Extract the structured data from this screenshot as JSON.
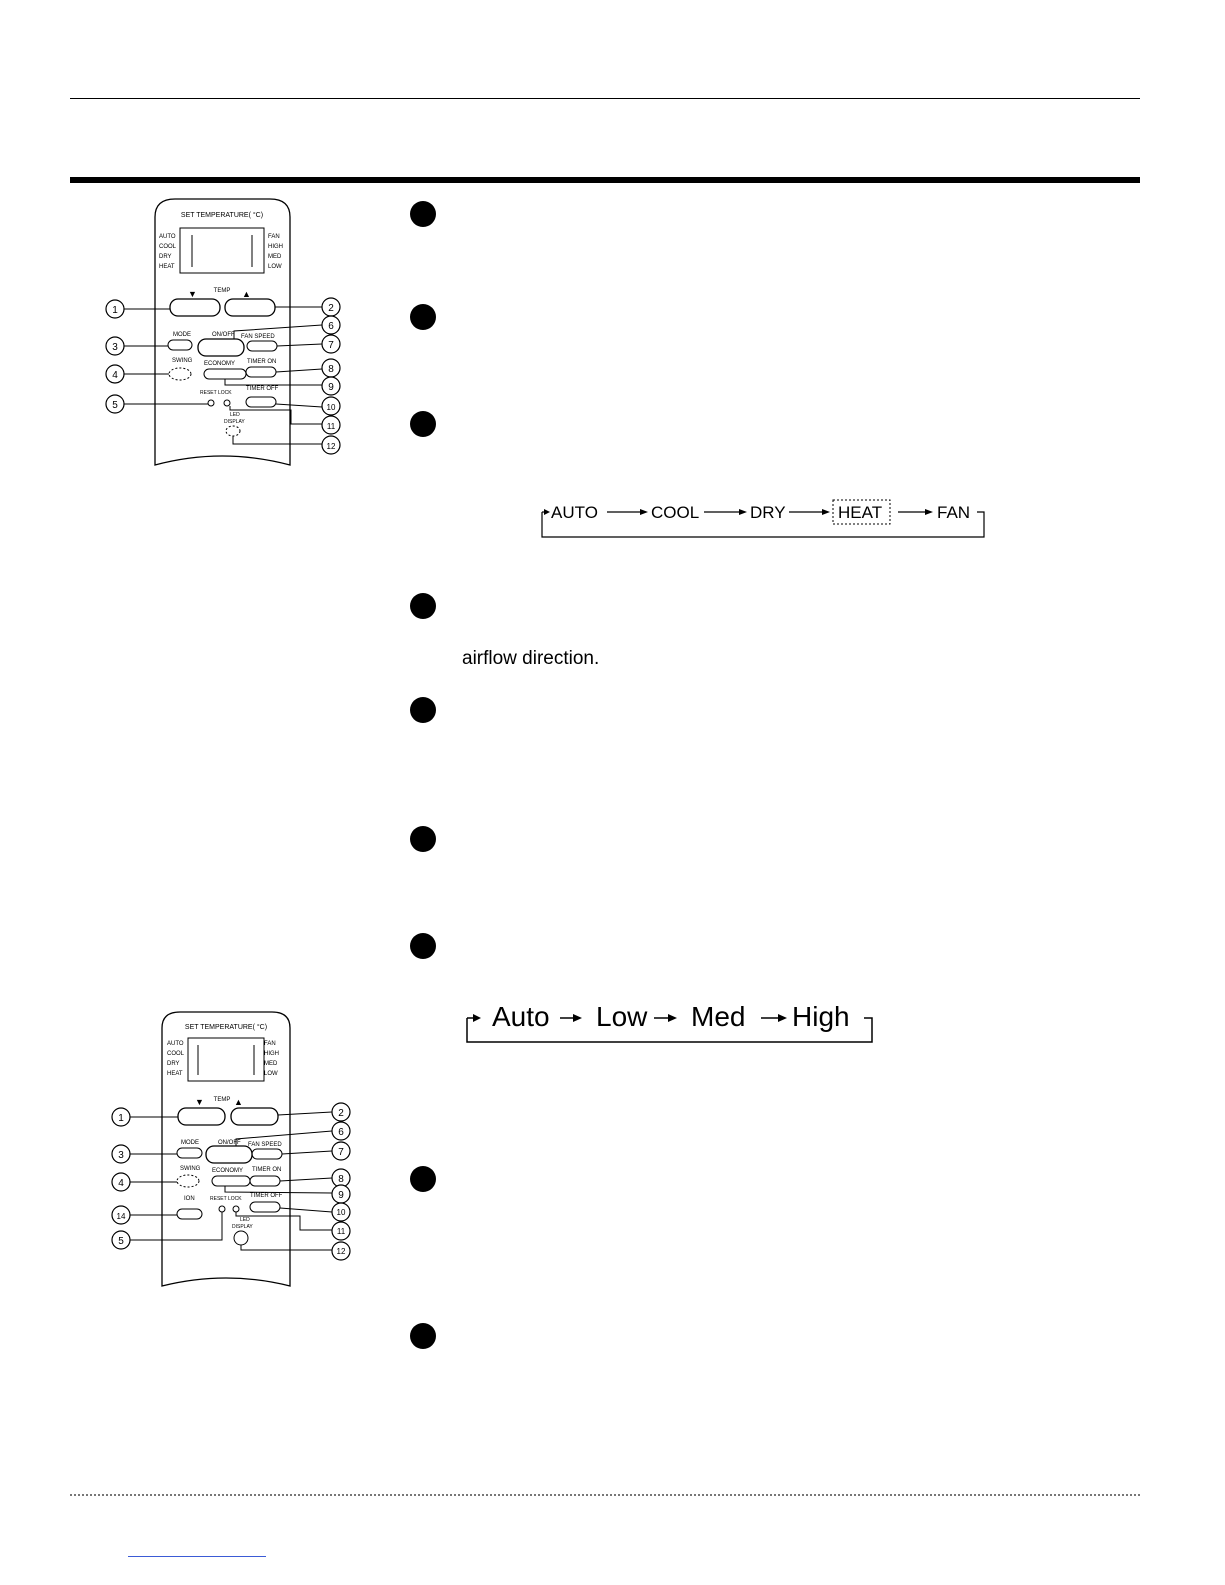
{
  "remote1": {
    "set_temp": "SET TEMPERATURE( °C)",
    "modes": [
      "AUTO",
      "COOL",
      "DRY",
      "HEAT"
    ],
    "fan": [
      "FAN",
      "HIGH",
      "MED",
      "LOW"
    ],
    "temp": "TEMP",
    "down_arrow": "▼",
    "up_arrow": "▲",
    "mode": "MODE",
    "on_off": "ON/OFF",
    "fan_speed": "FAN SPEED",
    "swing": "SWING",
    "economy": "ECONOMY",
    "timer_on": "TIMER ON",
    "timer_off": "TIMER OFF",
    "reset_lock": "RESET LOCK",
    "led": "LED",
    "display": "DISPLAY",
    "callouts": [
      "1",
      "2",
      "3",
      "4",
      "5",
      "6",
      "7",
      "8",
      "9",
      "10",
      "11",
      "12"
    ]
  },
  "remote2": {
    "set_temp": "SET TEMPERATURE( °C)",
    "modes": [
      "AUTO",
      "COOL",
      "DRY",
      "HEAT"
    ],
    "fan": [
      "FAN",
      "HIGH",
      "MED",
      "LOW"
    ],
    "temp": "TEMP",
    "down_arrow": "▼",
    "up_arrow": "▲",
    "mode": "MODE",
    "on_off": "ON/OFF",
    "fan_speed": "FAN SPEED",
    "swing": "SWING",
    "economy": "ECONOMY",
    "timer_on": "TIMER ON",
    "timer_off": "TIMER OFF",
    "ion": "ION",
    "reset_lock": "RESET LOCK",
    "led": "LED",
    "display": "DISPLAY",
    "callouts": [
      "1",
      "2",
      "3",
      "4",
      "5",
      "6",
      "7",
      "8",
      "9",
      "10",
      "11",
      "12",
      "14"
    ]
  },
  "mode_flow": [
    "AUTO",
    "COOL",
    "DRY",
    "HEAT",
    "FAN"
  ],
  "fan_flow": [
    "Auto",
    "Low",
    "Med",
    "High"
  ],
  "text": {
    "airflow": "airflow direction."
  }
}
